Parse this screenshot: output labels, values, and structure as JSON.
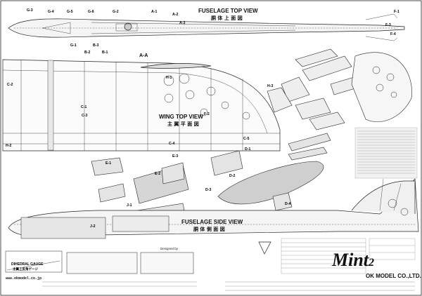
{
  "sheet": {
    "fuselage_top_view": {
      "title": "FUSELAGE TOP VIEW",
      "title_jp": "胴 体 上 面 図"
    },
    "wing_top_view": {
      "title": "WING TOP VIEW",
      "title_jp": "主 翼 平 面 図"
    },
    "fuselage_side_view": {
      "title": "FUSELAGE SIDE VIEW",
      "title_jp": "胴 体 側 面 図"
    },
    "section_label": "A-A",
    "dihedral_gauge": {
      "title": "DIHEDRAL GAUGE",
      "title_jp": "主翼上反角ゲージ"
    },
    "brand": {
      "series_label": "Mint",
      "series_number": "2",
      "designed_by": "Designed by"
    },
    "company": "OK MODEL CO.,LTD.",
    "website": "www.okmodel.co.jp"
  },
  "part_labels": [
    "G-3",
    "G-4",
    "G-5",
    "G-6",
    "G-2",
    "A-1",
    "A-2",
    "A-3",
    "F-1",
    "F-3",
    "F-4",
    "G-1",
    "B-1",
    "B-2",
    "B-3",
    "C-1",
    "C-2",
    "C-3",
    "C-4",
    "C-5",
    "F-2",
    "H-1",
    "H-2",
    "H-3",
    "E-1",
    "E-2",
    "E-3",
    "D-1",
    "D-2",
    "D-3",
    "D-4",
    "J-1",
    "J-2"
  ]
}
